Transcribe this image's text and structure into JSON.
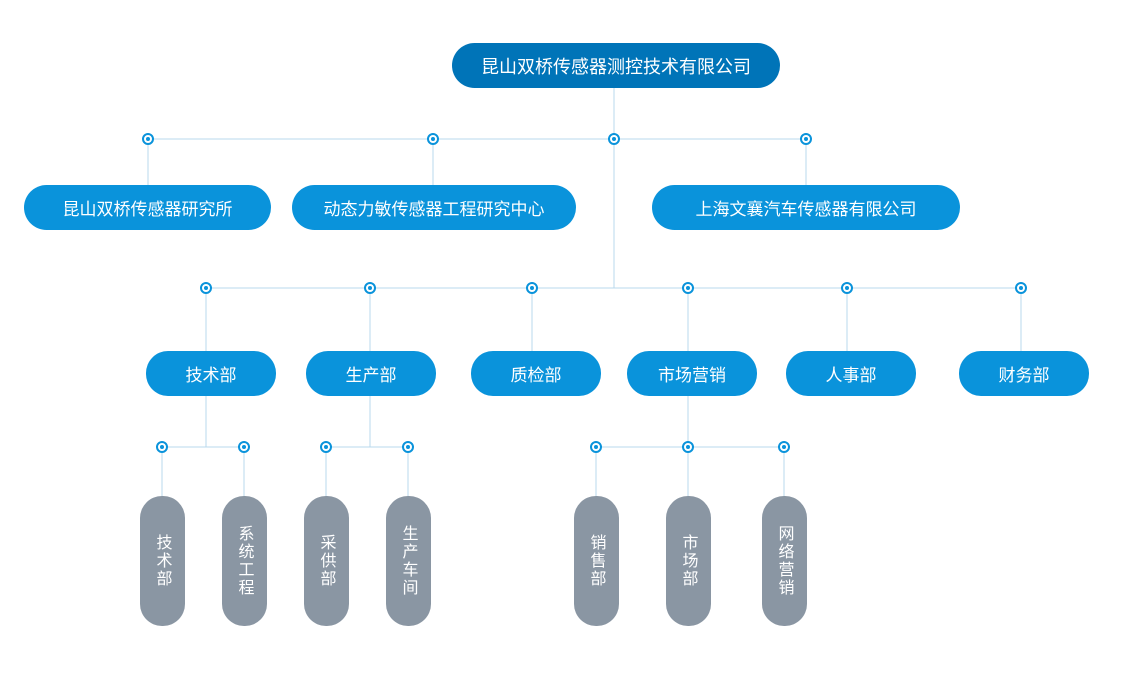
{
  "root": {
    "label": "昆山双桥传感器测控技术有限公司"
  },
  "level1": [
    {
      "label": "昆山双桥传感器研究所"
    },
    {
      "label": "动态力敏传感器工程研究中心"
    },
    {
      "label": "上海文襄汽车传感器有限公司"
    }
  ],
  "departments": [
    {
      "label": "技术部"
    },
    {
      "label": "生产部"
    },
    {
      "label": "质检部"
    },
    {
      "label": "市场营销"
    },
    {
      "label": "人事部"
    },
    {
      "label": "财务部"
    }
  ],
  "tech_subs": [
    {
      "label": "技术部"
    },
    {
      "label": "系统工程"
    }
  ],
  "prod_subs": [
    {
      "label": "采供部"
    },
    {
      "label": "生产车间"
    }
  ],
  "market_subs": [
    {
      "label": "销售部"
    },
    {
      "label": "市场部"
    },
    {
      "label": "网络营销"
    }
  ],
  "colors": {
    "root": "#0074b8",
    "primary": "#0a93db",
    "sub": "#8a96a3",
    "connector": "#b9d8ec"
  }
}
